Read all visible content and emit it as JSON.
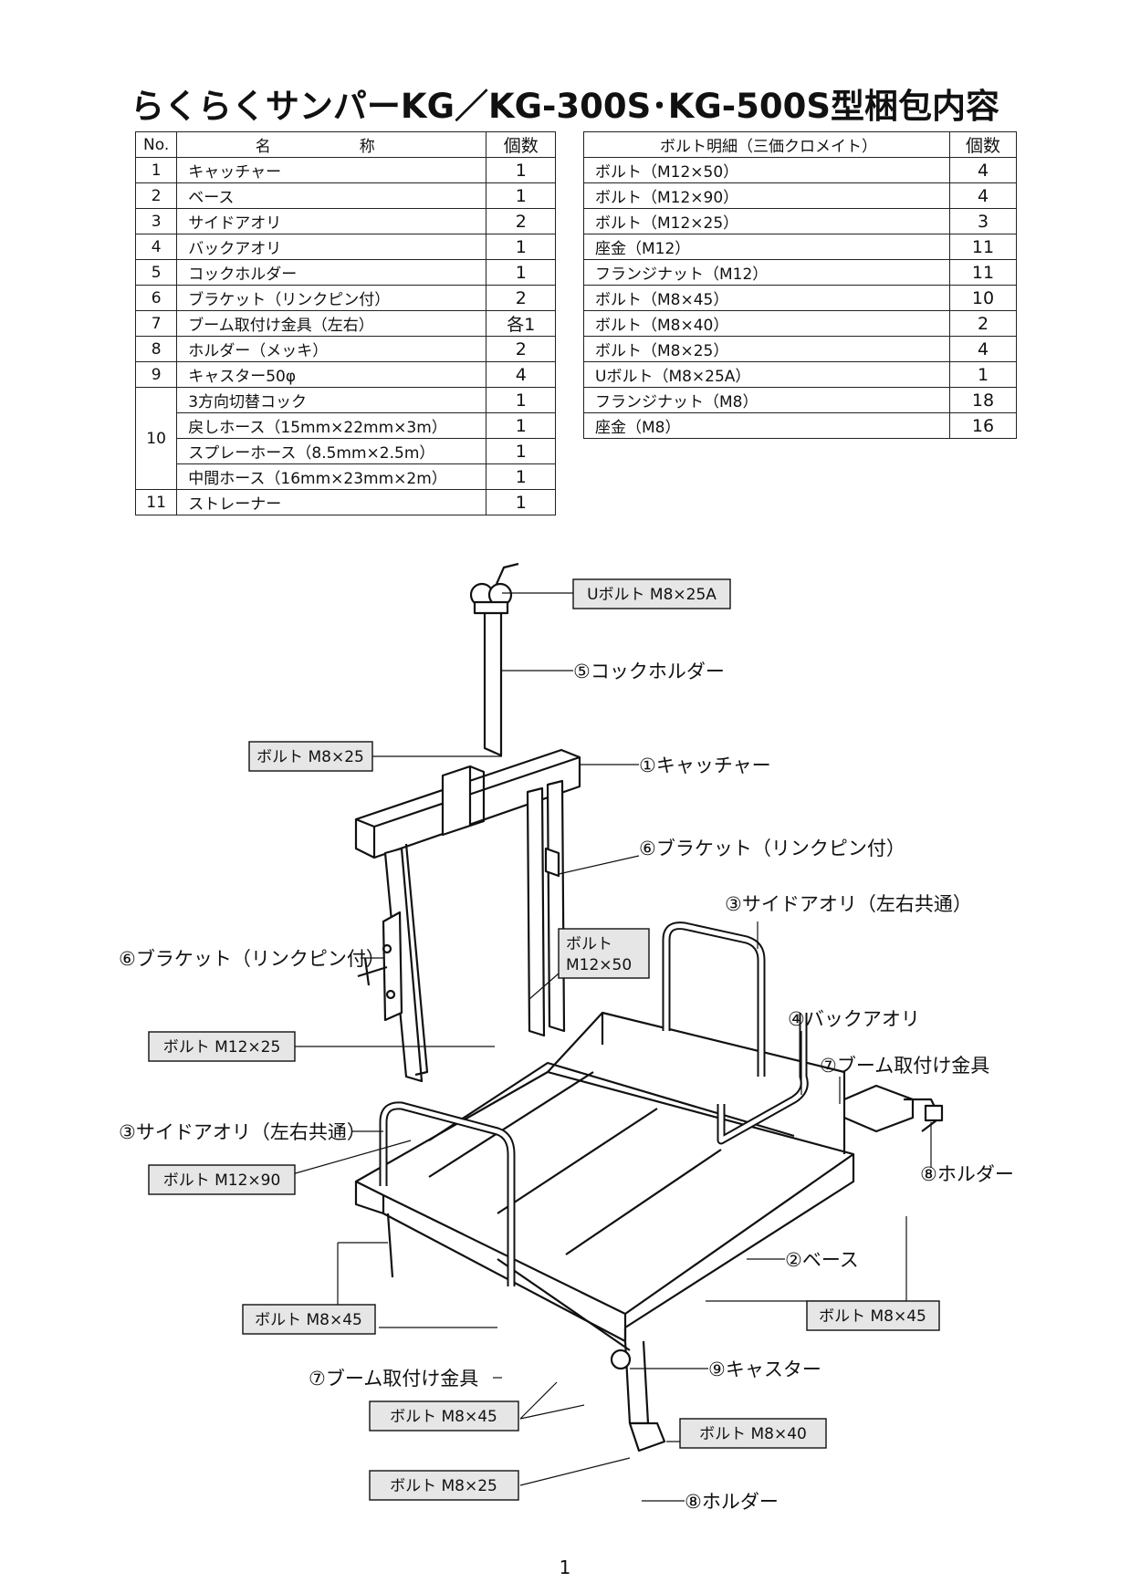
{
  "title": "らくらくサンパーKG／KG-300S･KG-500S型梱包内容",
  "parts_table": {
    "headers": {
      "no": "No.",
      "name": "名　称",
      "qty": "個数"
    },
    "rows": [
      {
        "no": "1",
        "name": "キャッチャー",
        "qty": "1"
      },
      {
        "no": "2",
        "name": "ベース",
        "qty": "1"
      },
      {
        "no": "3",
        "name": "サイドアオリ",
        "qty": "2"
      },
      {
        "no": "4",
        "name": "バックアオリ",
        "qty": "1"
      },
      {
        "no": "5",
        "name": "コックホルダー",
        "qty": "1"
      },
      {
        "no": "6",
        "name": "ブラケット（リンクピン付）",
        "qty": "2"
      },
      {
        "no": "7",
        "name": "ブーム取付け金具（左右）",
        "qty": "各1"
      },
      {
        "no": "8",
        "name": "ホルダー（メッキ）",
        "qty": "2"
      },
      {
        "no": "9",
        "name": "キャスター50φ",
        "qty": "4"
      },
      {
        "no": "10",
        "name": "3方向切替コック",
        "qty": "1"
      },
      {
        "no": "",
        "name": "戻しホース（15mm×22mm×3m）",
        "qty": "1"
      },
      {
        "no": "",
        "name": "スプレーホース（8.5mm×2.5m）",
        "qty": "1"
      },
      {
        "no": "",
        "name": "中間ホース（16mm×23mm×2m）",
        "qty": "1"
      },
      {
        "no": "11",
        "name": "ストレーナー",
        "qty": "1"
      }
    ]
  },
  "bolt_table": {
    "headers": {
      "name": "ボルト明細（三価クロメイト）",
      "qty": "個数"
    },
    "rows": [
      {
        "name": "ボルト（M12×50）",
        "qty": "4"
      },
      {
        "name": "ボルト（M12×90）",
        "qty": "4"
      },
      {
        "name": "ボルト（M12×25）",
        "qty": "3"
      },
      {
        "name": "座金（M12）",
        "qty": "11"
      },
      {
        "name": "フランジナット（M12）",
        "qty": "11"
      },
      {
        "name": "ボルト（M8×45）",
        "qty": "10"
      },
      {
        "name": "ボルト（M8×40）",
        "qty": "2"
      },
      {
        "name": "ボルト（M8×25）",
        "qty": "4"
      },
      {
        "name": "Uボルト（M8×25A）",
        "qty": "1"
      },
      {
        "name": "フランジナット（M8）",
        "qty": "18"
      },
      {
        "name": "座金（M8）",
        "qty": "16"
      }
    ]
  },
  "diagram": {
    "labels": {
      "cock_holder": "⑤コックホルダー",
      "catcher": "①キャッチャー",
      "bracket_right": "⑥ブラケット（リンクピン付）",
      "side_aori_right": "③サイドアオリ（左右共通）",
      "bracket_left": "⑥ブラケット（リンクピン付）",
      "back_aori": "④バックアオリ",
      "boom_fitting_right": "⑦ブーム取付け金具",
      "side_aori_left": "③サイドアオリ（左右共通）",
      "holder_right": "⑧ホルダー",
      "base": "②ベース",
      "caster": "⑨キャスター",
      "boom_fitting_left": "⑦ブーム取付け金具",
      "holder_bottom": "⑧ホルダー"
    },
    "boxes": {
      "ubolt": "Uボルト M8×25A",
      "bolt_m8x25_top": "ボルト M8×25",
      "bolt_m12x50_line1": "ボルト",
      "bolt_m12x50_line2": "M12×50",
      "bolt_m12x25": "ボルト M12×25",
      "bolt_m12x90": "ボルト M12×90",
      "bolt_m8x45_left": "ボルト M8×45",
      "bolt_m8x45_right": "ボルト M8×45",
      "bolt_m8x45_bottom": "ボルト M8×45",
      "bolt_m8x40": "ボルト M8×40",
      "bolt_m8x25_bottom": "ボルト M8×25"
    }
  },
  "page_number": "1"
}
